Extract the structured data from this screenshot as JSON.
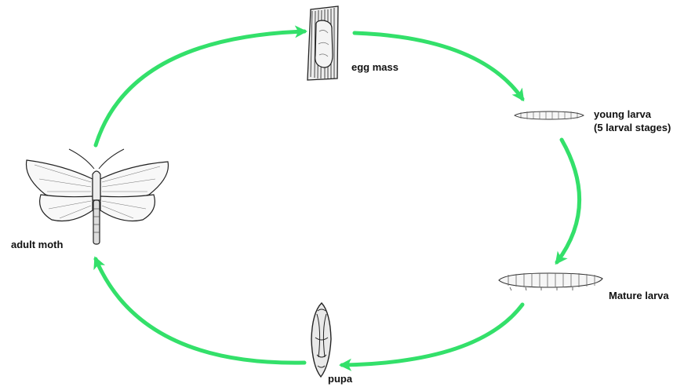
{
  "diagram": {
    "arrow_color": "#33e06a",
    "line_color": "#222222",
    "stages": [
      {
        "id": "egg-mass",
        "label": "egg mass",
        "icon": "egg-mass-on-bark-icon"
      },
      {
        "id": "young-larva",
        "label": "young larva",
        "sublabel": "(5 larval stages)",
        "icon": "young-larva-icon"
      },
      {
        "id": "mature-larva",
        "label": "Mature larva",
        "icon": "mature-larva-icon"
      },
      {
        "id": "pupa",
        "label": "pupa",
        "icon": "pupa-icon"
      },
      {
        "id": "adult-moth",
        "label": "adult moth",
        "icon": "moth-icon"
      }
    ]
  }
}
